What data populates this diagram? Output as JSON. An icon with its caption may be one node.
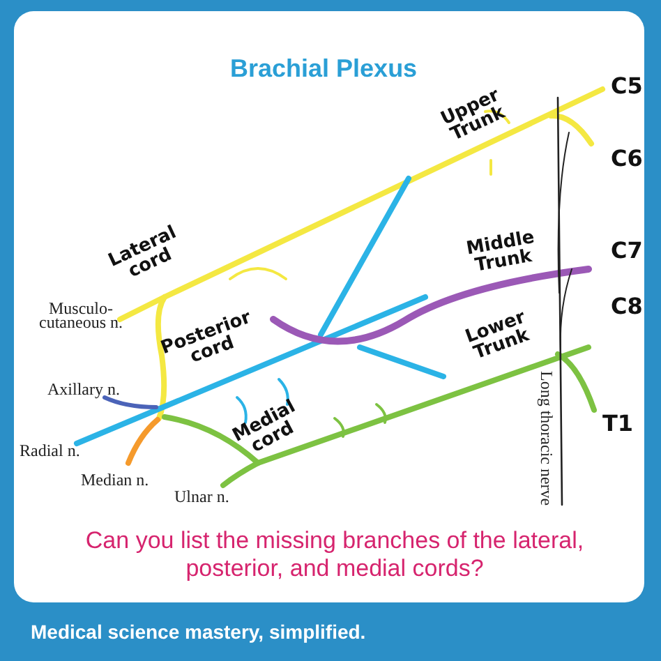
{
  "diagram": {
    "title": "Brachial Plexus",
    "labels": [
      "Upper Trunk",
      "C5",
      "C6",
      "Lateral cord",
      "C7",
      "Middle Trunk",
      "C8",
      "Musculo- cutaneous n.",
      "Posterior cord",
      "Lower Trunk",
      "Axillary n.",
      "Medial cord",
      "T1",
      "Radial n.",
      "Median n.",
      "Ulnar n.",
      "Long thoracic nerve",
      "Can you list the missing branches of the lateral, posterior, and medial cords?",
      "Medical science mastery, simplified."
    ]
  }
}
